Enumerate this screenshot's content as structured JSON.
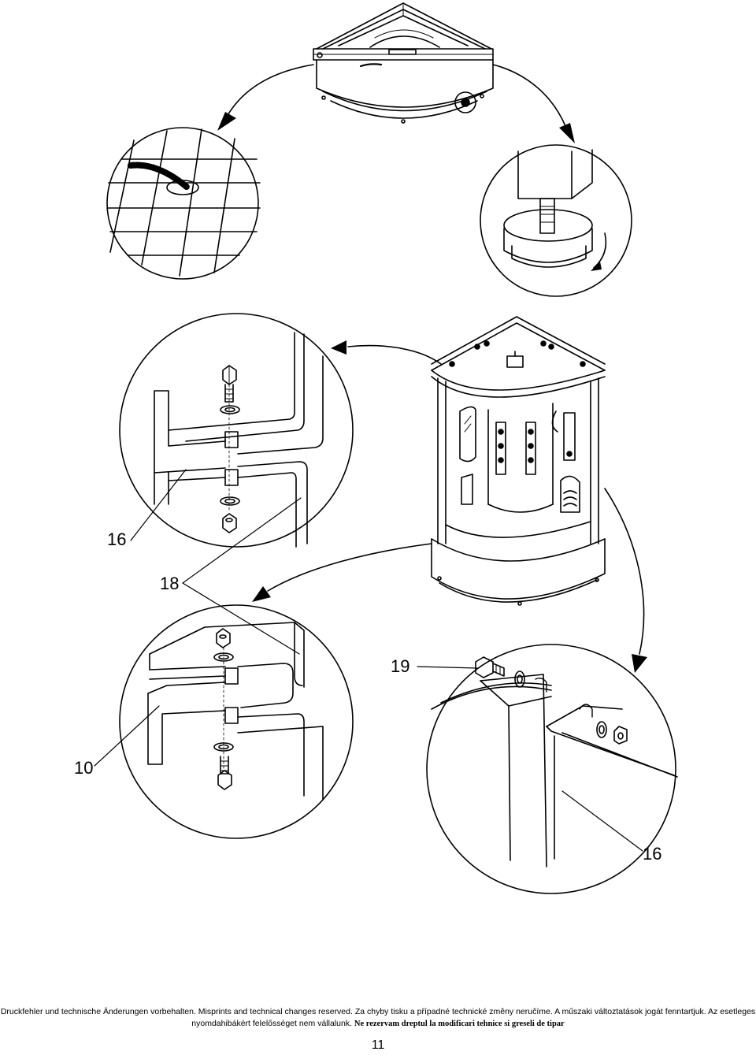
{
  "callouts": {
    "c16_left": "16",
    "c18": "18",
    "c10": "10",
    "c19": "19",
    "c16_right": "16"
  },
  "footer": {
    "line1": "Druckfehler und technische Änderungen vorbehalten. Misprints and technical changes reserved. Za chyby tisku a případné technické změny neručíme. A műszaki változtatások jogát fenntartjuk. Az esetleges",
    "line2_a": "nyomdahibákért felelősséget nem vállalunk. ",
    "line2_b": "Ne rezervam dreptul la modificari tehnice si greseli de tipar"
  },
  "page_number": "11"
}
